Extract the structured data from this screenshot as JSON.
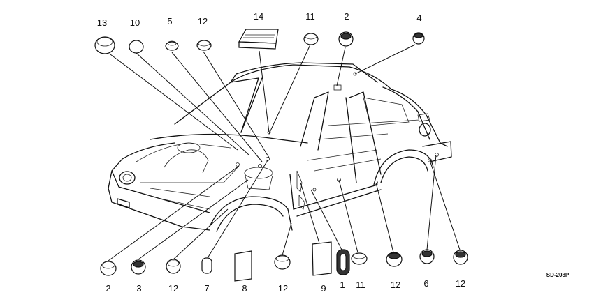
{
  "diagram_code": "SD-208P",
  "callouts": {
    "top": [
      "13",
      "10",
      "5",
      "12",
      "14",
      "11",
      "2",
      "4"
    ],
    "bottom": [
      "2",
      "3",
      "12",
      "7",
      "8",
      "12",
      "9",
      "1",
      "11",
      "12",
      "6",
      "12"
    ]
  }
}
